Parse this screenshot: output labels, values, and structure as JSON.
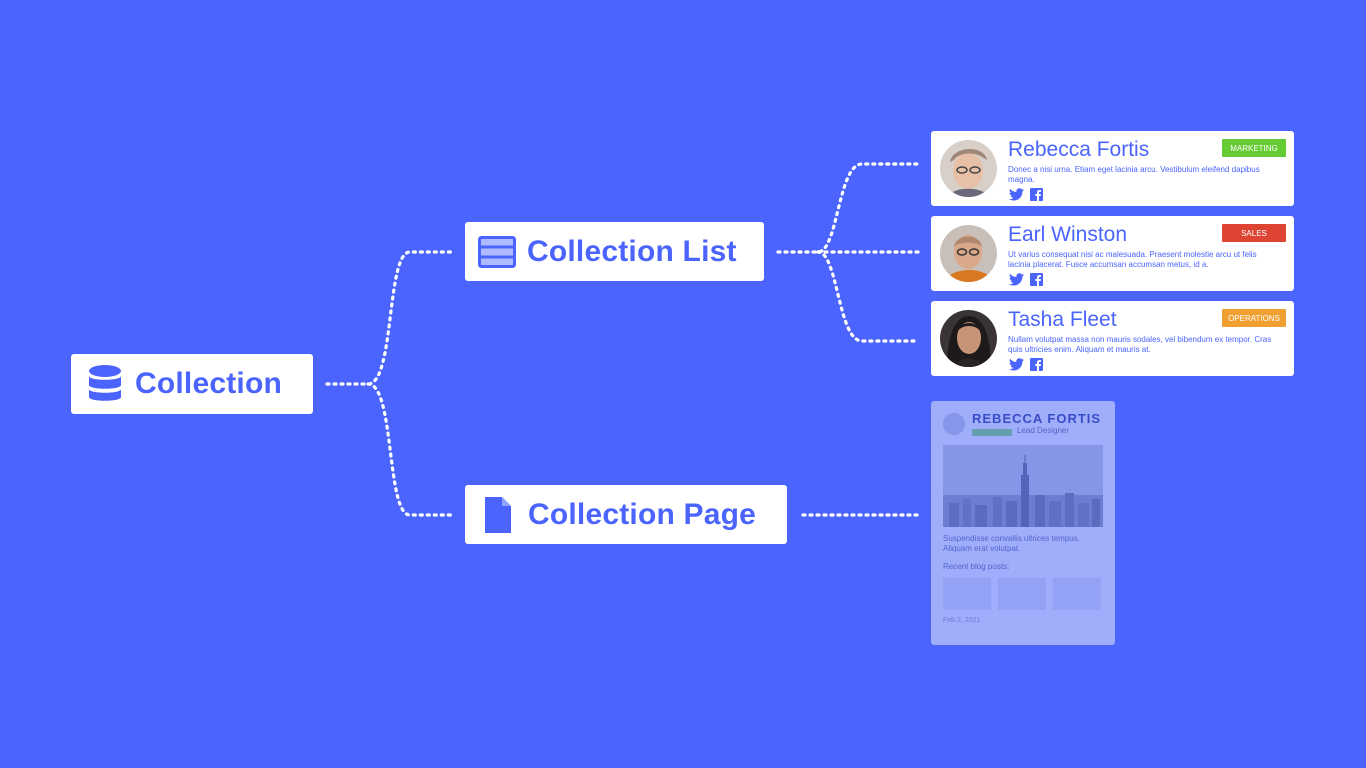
{
  "nodes": {
    "collection": {
      "label": "Collection",
      "icon": "database-icon"
    },
    "collection_list": {
      "label": "Collection List",
      "icon": "table-list-icon"
    },
    "collection_page": {
      "label": "Collection Page",
      "icon": "document-icon"
    }
  },
  "cards": [
    {
      "name": "Rebecca Fortis",
      "badge": "MARKETING",
      "badge_color": "#66cc33",
      "desc": "Donec a nisi urna. Etiam eget lacinia arcu. Vestibulum eleifend dapibus magna."
    },
    {
      "name": "Earl Winston",
      "badge": "SALES",
      "badge_color": "#dd4433",
      "desc": "Ut varius consequat nisi ac malesuada. Praesent molestie arcu ut felis lacinia placerat. Fusce accumsan accumsan metus, id a."
    },
    {
      "name": "Tasha Fleet",
      "badge": "OPERATIONS",
      "badge_color": "#f0a030",
      "desc": "Nullam volutpat massa non mauris sodales, vel bibendum ex tempor. Cras quis ultricies enim. Aliquam et mauris at."
    }
  ],
  "page_preview": {
    "title": "REBECCA FORTIS",
    "role": "Lead Designer",
    "text": "Suspendisse convallis ultrices tempus. Aliquam erat volutpat.",
    "recent": "Recent blog posts:",
    "date": "Feb 2, 2021"
  },
  "colors": {
    "background": "#4a64fd",
    "accent": "#4a64fd",
    "card": "#ffffff"
  }
}
